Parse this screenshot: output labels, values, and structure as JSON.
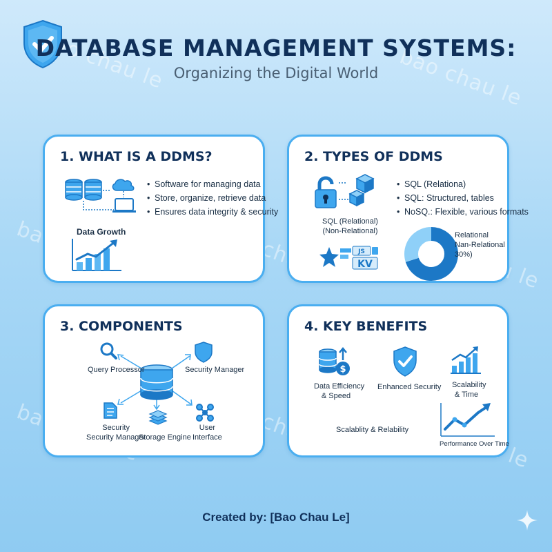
{
  "header": {
    "title": "DATABASE MANAGEMENT SYSTEMS:",
    "subtitle": "Organizing the Digital World"
  },
  "watermark": "bao chau le",
  "cards": {
    "what": {
      "title": "1. WHAT IS A DDMS?",
      "bullets": [
        "Software for managing data",
        "Store, organize, retrieve data",
        "Ensures data integrity & security"
      ],
      "growth_label": "Data Growth"
    },
    "types": {
      "title": "2. TYPES OF DDMS",
      "bullets": [
        "SQL (Relationa)",
        "SQL: Structured, tables",
        "NoSQ.: Flexible, various formats"
      ],
      "sql_label_1": "SQL (Relational)",
      "sql_label_2": "(Non-Relational)",
      "kv_badge_1": "JS",
      "kv_badge_2": "KV",
      "legend_1": "Relational",
      "legend_2": "Nan-Relational",
      "legend_3": "30%)",
      "donut": {
        "relational_pct": 70,
        "non_relational_pct": 30
      }
    },
    "components": {
      "title": "3. COMPONENTS",
      "query": "Query Processor",
      "security": "Security Manager",
      "sec2_1": "Security",
      "sec2_2": "Security Manager",
      "storage": "Storage Engine",
      "ui_1": "User",
      "ui_2": "Interface"
    },
    "benefits": {
      "title": "4. KEY BENEFITS",
      "eff_1": "Data Efficiency",
      "eff_2": "& Speed",
      "security": "Enhanced Security",
      "scal_1": "Scalability",
      "scal_2": "& Time",
      "reliability": "Scalablity & Relability",
      "perf": "Performance Over Time"
    }
  },
  "footer": "Created by: [Bao Chau Le]",
  "colors": {
    "accent": "#3ea6ee",
    "dark": "#1c78c6",
    "navy": "#10305a",
    "border": "#4aaef0"
  }
}
